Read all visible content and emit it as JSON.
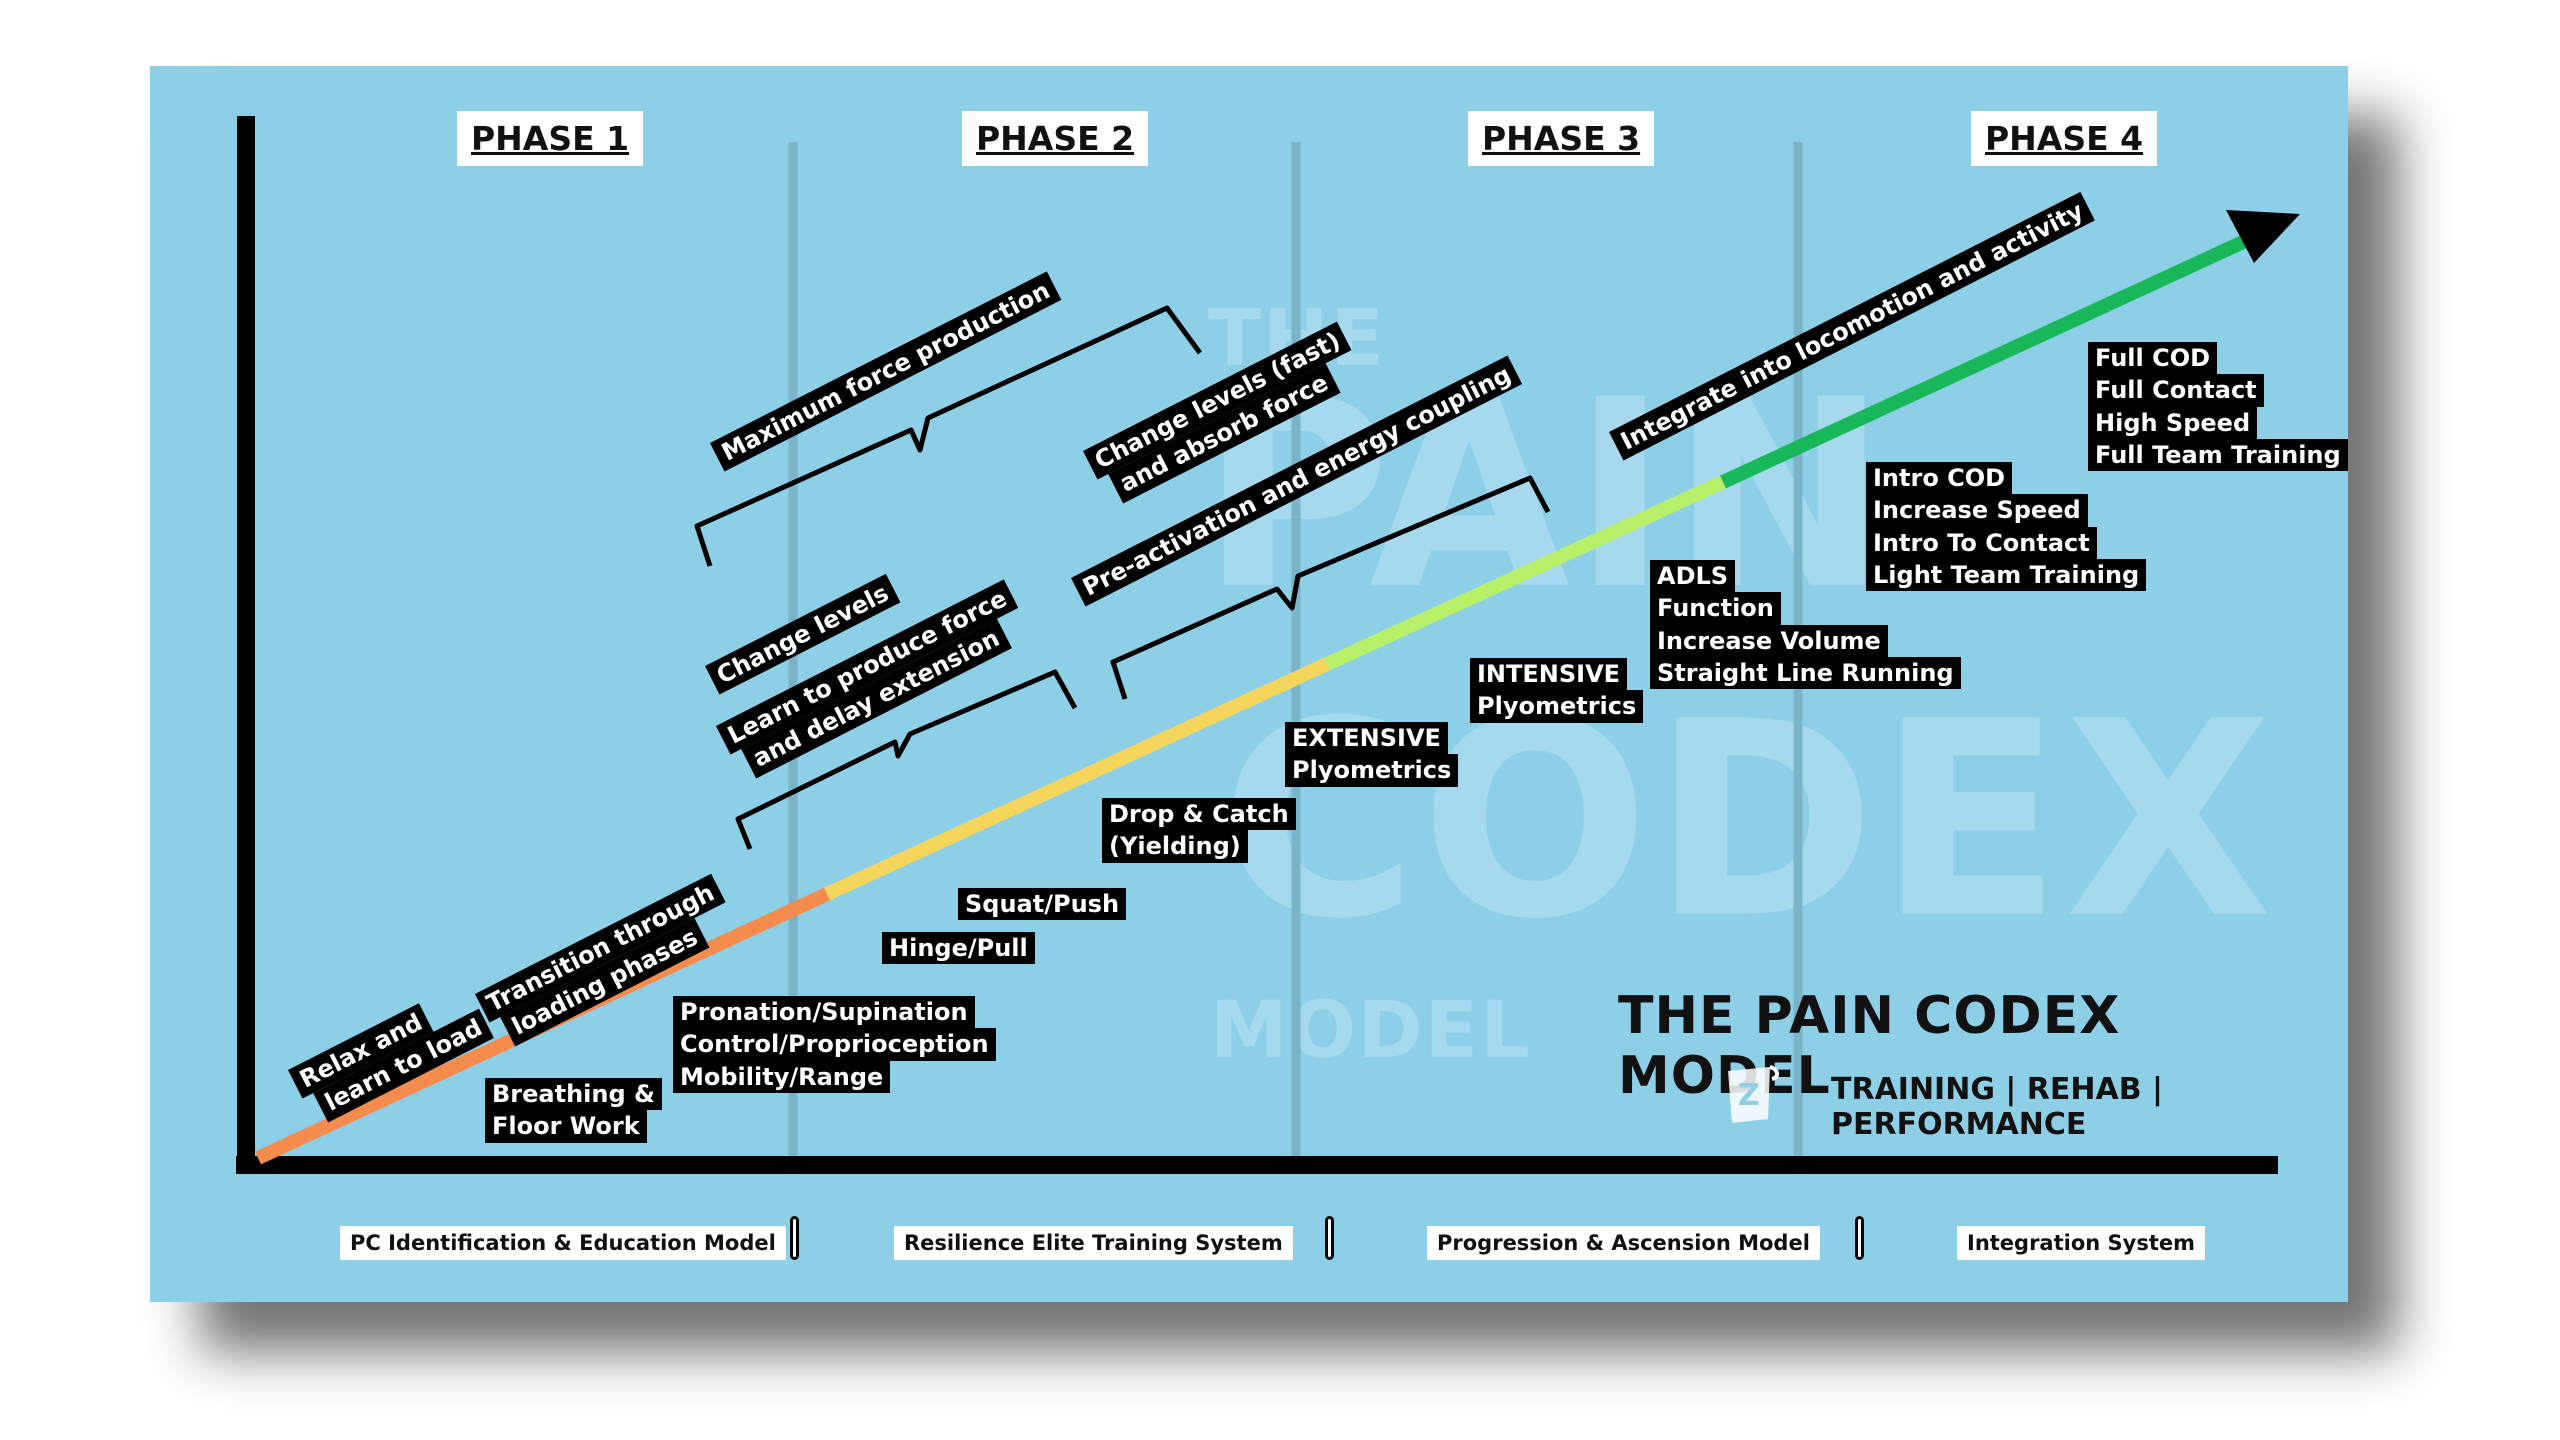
{
  "phases": [
    "PHASE 1",
    "PHASE 2",
    "PHASE 3",
    "PHASE 4"
  ],
  "watermark": {
    "line1": "THE",
    "line2": "PAIN",
    "line3": "CODEX",
    "line4": "MODEL"
  },
  "diagonal_labels": {
    "relax": [
      "Relax and",
      "learn to load"
    ],
    "transition": [
      "Transition through",
      "loading phases"
    ],
    "change_levels": "Change levels",
    "learn_force": [
      "Learn to produce force",
      "and delay extension"
    ],
    "max_force": "Maximum force production",
    "change_fast": [
      "Change levels (fast)",
      "and absorb force"
    ],
    "preactivation": "Pre-activation and energy coupling",
    "integrate": "Integrate into locomotion and activity"
  },
  "step_labels": {
    "breathing": [
      "Breathing &",
      "Floor Work"
    ],
    "pronation": [
      "Pronation/Supination",
      "Control/Proprioception",
      "Mobility/Range"
    ],
    "hinge": "Hinge/Pull",
    "squat": "Squat/Push",
    "drop": [
      "Drop & Catch",
      "(Yielding)"
    ],
    "extensive": [
      "EXTENSIVE",
      "Plyometrics"
    ],
    "intensive": [
      "INTENSIVE",
      "Plyometrics"
    ],
    "adls": [
      "ADLS",
      "Function",
      "Increase Volume",
      "Straight Line Running"
    ],
    "intro_cod": [
      "Intro COD",
      "Increase Speed",
      "Intro To Contact",
      "Light Team Training"
    ],
    "full_cod": [
      "Full COD",
      "Full Contact",
      "High Speed",
      "Full Team Training"
    ]
  },
  "systems": [
    "PC Identification & Education Model",
    "Resilience Elite Training System",
    "Progression & Ascension Model",
    "Integration System"
  ],
  "model_title": "THE PAIN CODEX MODEL",
  "model_subtitle": "TRAINING | REHAB | PERFORMANCE",
  "icons": {
    "logo": "pain-codex-logo-icon"
  },
  "colors": {
    "background": "#8ecfe8",
    "arrow_orange": "#f58b4c",
    "arrow_yellow": "#f6d55c",
    "arrow_lime": "#b8f06a",
    "arrow_green": "#18b85a"
  }
}
